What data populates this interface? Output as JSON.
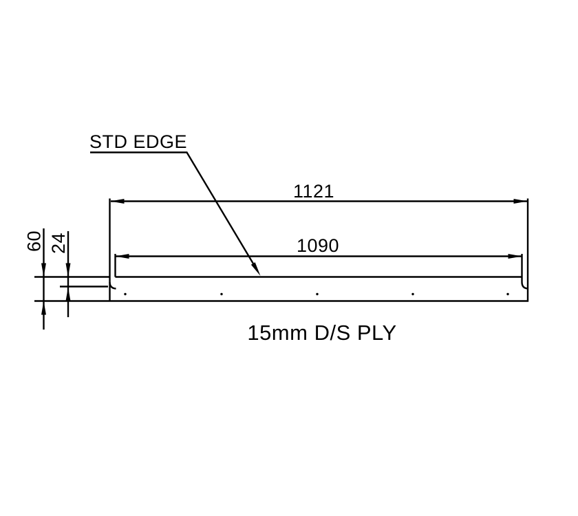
{
  "drawing": {
    "callout_label": "STD EDGE",
    "material_note": "15mm D/S PLY",
    "dimensions": {
      "overall_width": "1121",
      "inner_width": "1090",
      "edge_height": "60",
      "ply_offset": "24"
    },
    "fixing_dot_count": 5,
    "colors": {
      "line": "#000000",
      "background": "#ffffff"
    }
  }
}
